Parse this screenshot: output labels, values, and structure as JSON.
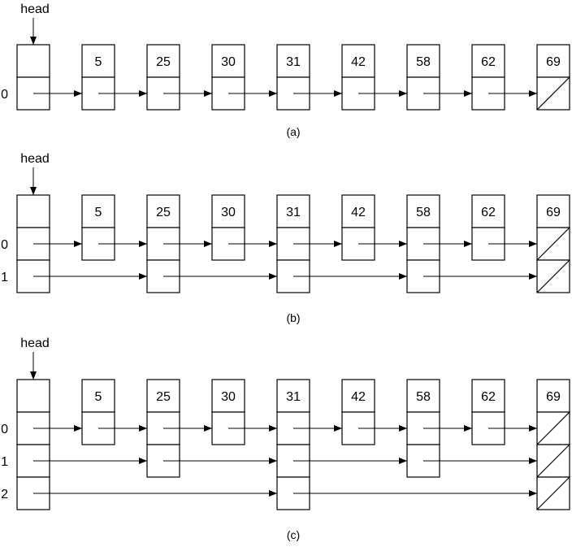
{
  "head_label": "head",
  "node_keys": [
    "5",
    "25",
    "30",
    "31",
    "42",
    "58",
    "62",
    "69"
  ],
  "panels": [
    {
      "caption": "(a)",
      "level_labels": [
        "0"
      ],
      "node_heights": [
        1,
        1,
        1,
        1,
        1,
        1,
        1,
        1
      ]
    },
    {
      "caption": "(b)",
      "level_labels": [
        "0",
        "1"
      ],
      "node_heights": [
        1,
        2,
        1,
        2,
        1,
        2,
        1,
        2
      ]
    },
    {
      "caption": "(c)",
      "level_labels": [
        "0",
        "1",
        "2"
      ],
      "node_heights": [
        1,
        2,
        1,
        3,
        1,
        2,
        1,
        3
      ]
    }
  ]
}
